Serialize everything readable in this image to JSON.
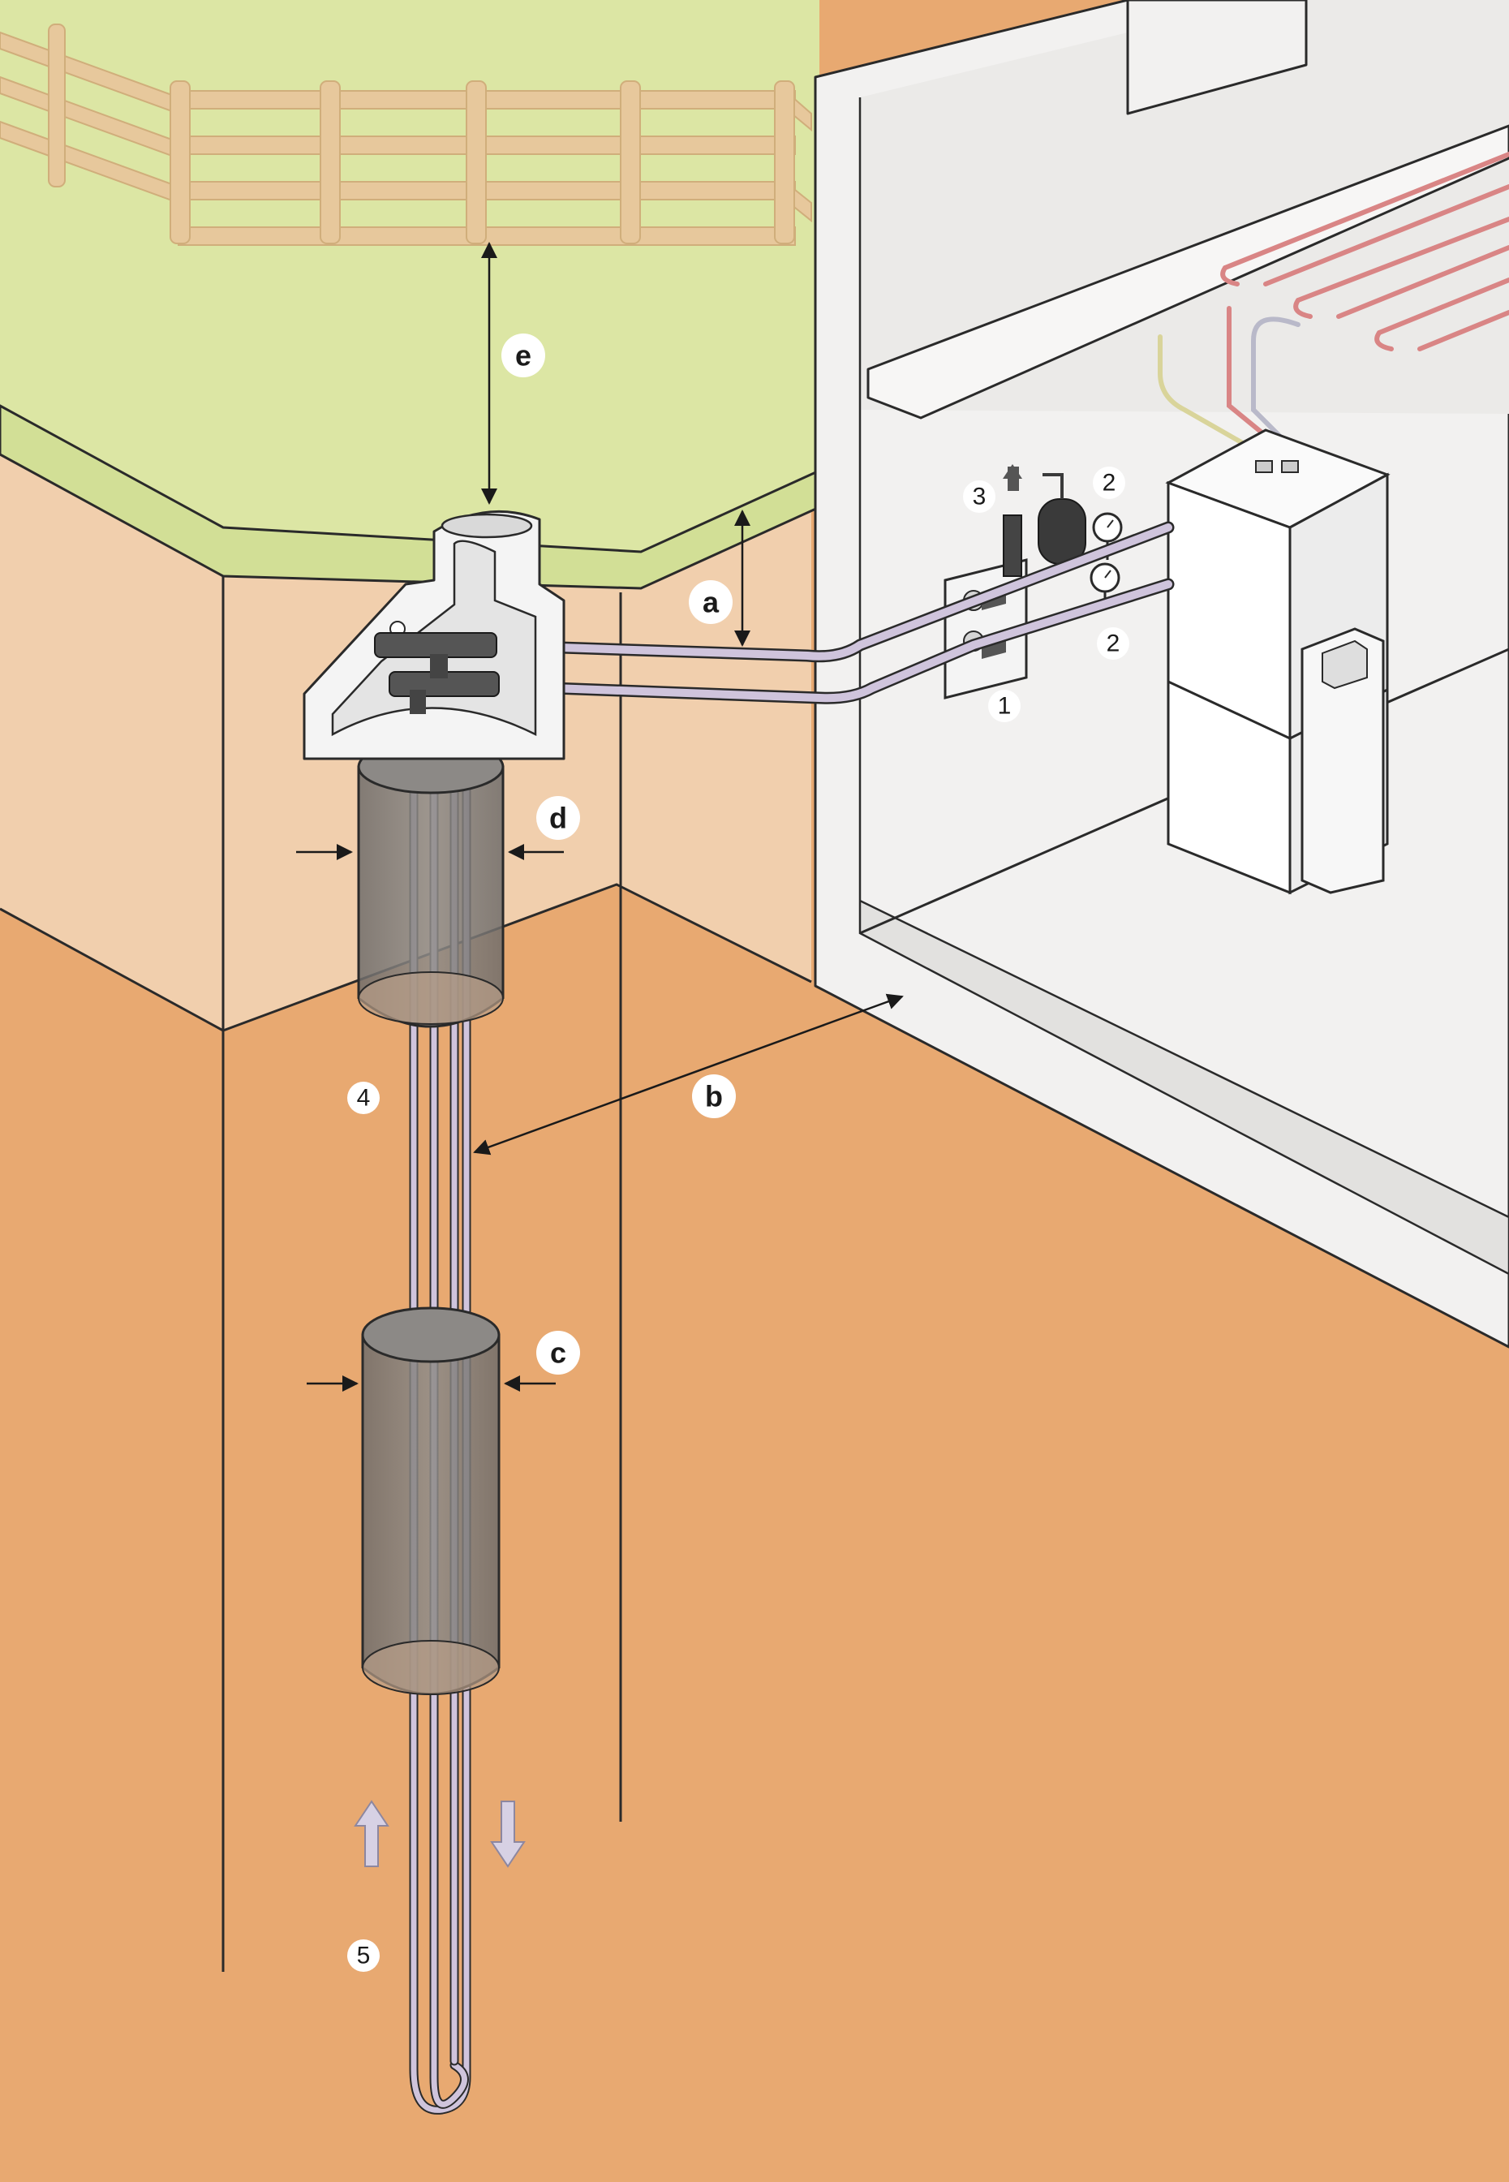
{
  "labels": {
    "a": "a",
    "b": "b",
    "c": "c",
    "d": "d",
    "e": "e"
  },
  "numbers": {
    "n1": "1",
    "n2_top": "2",
    "n2_bottom": "2",
    "n3": "3",
    "n4": "4",
    "n5": "5"
  },
  "colors": {
    "grass": "#dce6a4",
    "soil_light": "#f1cfad",
    "soil_dark": "#e8a971",
    "wall": "#f2f1f0",
    "pipe": "#cfc4dc",
    "concrete": "#f4f4f4",
    "fence": "#e9c59c",
    "well_casing": "#7d7a78",
    "heat_pipe_red": "#d98585"
  }
}
